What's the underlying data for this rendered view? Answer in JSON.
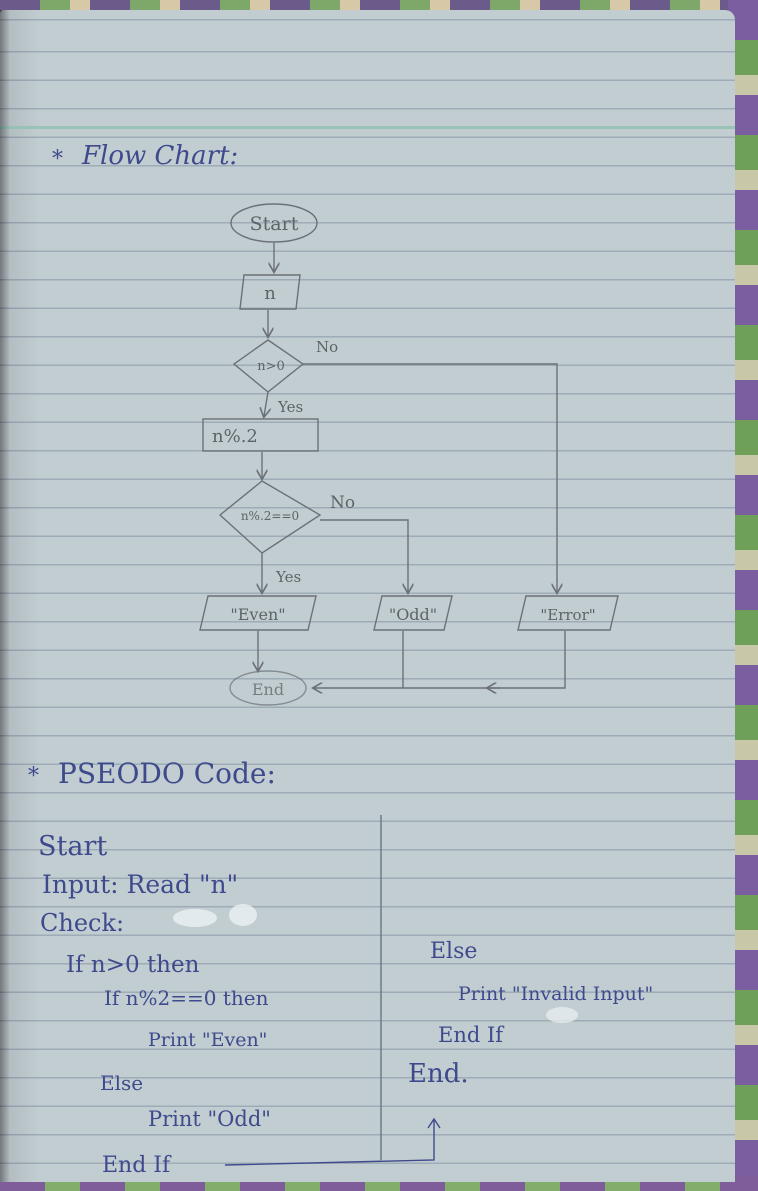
{
  "colors": {
    "paper": "#c2cdd2",
    "pen_ink": "#3e4a8c",
    "pencil": "#5d6468"
  },
  "flowchart": {
    "heading": "Flow Chart:",
    "heading_star": "*",
    "nodes": {
      "start": "Start",
      "input": "n",
      "check_positive": "n>0",
      "modulo": "n%.2",
      "check_even": "n%.2==0",
      "print_even": "\"Even\"",
      "print_odd": "\"Odd\"",
      "print_error": "\"Error\"",
      "end": "End"
    },
    "edge_labels": {
      "positive_no": "No",
      "positive_yes": "Yes",
      "even_no": "No",
      "even_yes": "Yes"
    }
  },
  "pseudocode": {
    "heading": "PSEODO Code:",
    "heading_star": "*",
    "left_lines": [
      "Start",
      "Input: Read \"n\"",
      "Check:",
      "If n>0 then",
      "If n%2==0 then",
      "Print \"Even\"",
      "Else",
      "Print \"Odd\"",
      "End If"
    ],
    "right_lines": [
      "Else",
      "Print \"Invalid Input\"",
      "End If",
      "End."
    ]
  }
}
